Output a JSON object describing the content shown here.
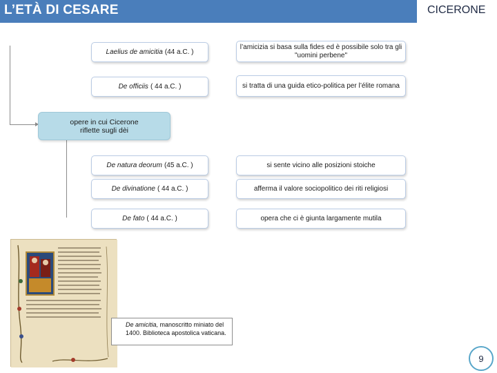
{
  "header": {
    "title": "L’ETÀ DI CESARE",
    "section": "CICERONE"
  },
  "works_top": [
    {
      "title": "Laelius de amicitia",
      "date": "(44 a.C. )",
      "note": "l’amicizia si basa sulla fides ed è possibile solo tra gli \"uomini perbene\""
    },
    {
      "title": "De officiis",
      "date": "( 44 a.C. )",
      "note": "si tratta di una guida etico-politica per l’élite romana"
    }
  ],
  "religion_section": {
    "label": "opere in cui Cicerone riflette sugli dèi"
  },
  "works_religion": [
    {
      "title": "De natura deorum",
      "date": "(45 a.C. )",
      "note": "si sente vicino alle posizioni stoiche"
    },
    {
      "title": "De divinatione",
      "date": "( 44 a.C. )",
      "note": "afferma il valore sociopolitico dei riti religiosi"
    },
    {
      "title": "De fato",
      "date": "( 44 a.C. )",
      "note": "opera che ci è giunta largamente mutila"
    }
  ],
  "image": {
    "caption_title": "De amicitia,",
    "caption_text": "manoscritto miniato del 1400. Biblioteca apostolica vaticana."
  },
  "page": {
    "number": "9"
  }
}
